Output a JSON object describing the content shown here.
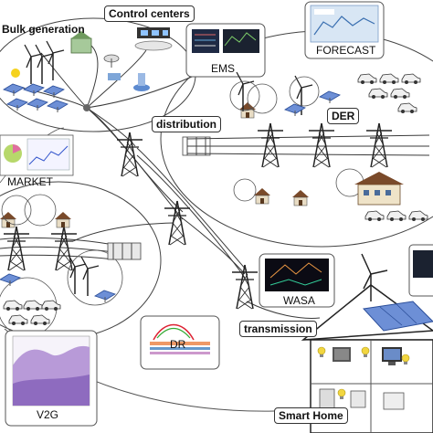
{
  "labels": {
    "bulk_generation": "Bulk generation",
    "control_centers": "Control centers",
    "ems": "EMS",
    "forecast": "FORECAST",
    "der": "DER",
    "distribution": "distribution",
    "market": "MARKET",
    "wasa": "WASA",
    "transmission": "transmission",
    "dr": "DR",
    "v2g": "V2G",
    "smart_home": "Smart Home"
  },
  "colors": {
    "line": "#3a3a3a",
    "tower": "#222222",
    "solar_panel": "#6d8fd6",
    "house_roof": "#7a4a2a",
    "v2g_fill": "#b89ad8",
    "forecast_screen": "#d8e6f4"
  },
  "icons": [
    "wind-turbine-icon",
    "solar-panel-icon",
    "transmission-tower-icon",
    "house-icon",
    "car-icon",
    "monitor-icon",
    "factory-icon",
    "bulb-icon"
  ]
}
